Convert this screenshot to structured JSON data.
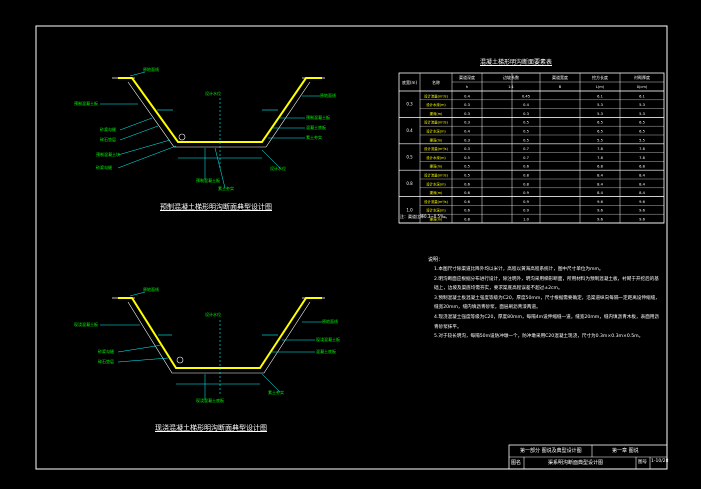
{
  "drawing": {
    "title_top": "预制混凝土梯形明沟断面典型设计图",
    "title_bottom": "现浇混凝土梯形明沟断面典型设计图",
    "table_title": "混凝土梯形明沟断面要素表",
    "colors": {
      "background": "#000000",
      "frame": "#ffffff",
      "section_line": "#ffff00",
      "dimension": "#00ffff",
      "label": "#00ff00",
      "text": "#ffffff",
      "table_header": "#ffff00"
    }
  },
  "table": {
    "headers_row1": [
      "底宽(m)",
      "名称",
      "渠道深度",
      "边坡系数",
      "渠道宽度",
      "挖方长度",
      "衬砌厚度"
    ],
    "headers_row2": [
      "",
      "",
      "h",
      "1:1",
      "B",
      "L(m)",
      "δ(cm)"
    ],
    "groups": [
      {
        "width": "0.3",
        "rows": [
          {
            "name": "设计流量(m³/s)",
            "vals": [
              "0.4",
              "",
              "0.45",
              "",
              "6.1",
              "6.1"
            ]
          },
          {
            "name": "设计水深(m)",
            "vals": [
              "0.3",
              "",
              "0.4",
              "",
              "5.3",
              "5.3"
            ]
          },
          {
            "name": "渠深(m)",
            "vals": [
              "0.3",
              "",
              "0.3",
              "",
              "5.3",
              "5.3"
            ]
          }
        ]
      },
      {
        "width": "0.4",
        "rows": [
          {
            "name": "设计流量(m³/s)",
            "vals": [
              "0.3",
              "",
              "0.5",
              "",
              "6.5",
              "6.5"
            ]
          },
          {
            "name": "设计水深(m)",
            "vals": [
              "0.4",
              "",
              "0.5",
              "",
              "6.5",
              "6.5"
            ]
          },
          {
            "name": "渠深(m)",
            "vals": [
              "0.3",
              "",
              "0.5",
              "",
              "5.5",
              "5.5"
            ]
          }
        ]
      },
      {
        "width": "0.5",
        "rows": [
          {
            "name": "设计流量(m³/s)",
            "vals": [
              "0.3",
              "",
              "0.7",
              "",
              "7.8",
              "7.8"
            ]
          },
          {
            "name": "设计水深(m)",
            "vals": [
              "0.5",
              "",
              "0.7",
              "",
              "7.8",
              "7.8"
            ]
          },
          {
            "name": "渠深(m)",
            "vals": [
              "0.5",
              "",
              "0.6",
              "",
              "6.8",
              "6.8"
            ]
          }
        ]
      },
      {
        "width": "0.8",
        "rows": [
          {
            "name": "设计流量(m³/s)",
            "vals": [
              "0.5",
              "",
              "0.8",
              "",
              "8.4",
              "8.4"
            ]
          },
          {
            "name": "设计水深(m)",
            "vals": [
              "0.6",
              "",
              "0.8",
              "",
              "8.4",
              "8.4"
            ]
          },
          {
            "name": "渠深(m)",
            "vals": [
              "0.6",
              "",
              "0.9",
              "",
              "8.4",
              "8.4"
            ]
          }
        ]
      },
      {
        "width": "1.0",
        "rows": [
          {
            "name": "设计流量(m³/s)",
            "vals": [
              "0.6",
              "",
              "0.9",
              "",
              "9.6",
              "9.6"
            ]
          },
          {
            "name": "设计水深(m)",
            "vals": [
              "0.6",
              "",
              "0.9",
              "",
              "9.6",
              "9.6"
            ]
          },
          {
            "name": "渠深(m)",
            "vals": [
              "0.8",
              "",
              "1.0",
              "",
              "9.6",
              "9.6"
            ]
          }
        ]
      }
    ],
    "footnote": "注：渠道比降0.3~0.5‰。"
  },
  "labels": {
    "top_left": [
      "原地面线",
      "预制混凝土板",
      "砂浆勾缝",
      "碎石垫层",
      "设计水位",
      "预制混凝土块",
      "砂浆勾缝",
      "防冲墩混凝土块"
    ],
    "top_right": [
      "原地面线",
      "预制混凝土板",
      "混凝土底板",
      "素土夯实",
      "设计水位"
    ],
    "top_bottom": [
      "预制混凝土板",
      "素土夯实"
    ],
    "bottom_left": [
      "原地面线",
      "现浇混凝土板",
      "砂浆勾缝",
      "碎石垫层",
      "设计水位"
    ],
    "bottom_right": [
      "原地面线",
      "现浇混凝土板",
      "混凝土底板"
    ],
    "bottom_bottom": [
      "现浇混凝土底板",
      "素土夯实"
    ],
    "small": [
      "h",
      "B",
      "L",
      "1:1",
      "δ"
    ]
  },
  "notes": {
    "heading": "说明：",
    "items": [
      "1.本图尺寸除渠道比降外均以米计，高程以黄海高程系统计，图中尺寸单位为mm。",
      "2.明沟断面应根据分布进行设计，除注明外，明沟采用梯形断面，所用材料为预制混凝土板，衬砌于开挖后的基础上，边坡及渠底均需夯实，要求渠底高程误差不超过±2cm。",
      "3.预制混凝土板混凝土强度等级为C20，厚度50mm，尺寸根据需要确定，沿渠道纵向每隔一定距离设伸缩缝，缝宽20mm，缝内填沥青砂浆，面层刷沥青漆两道。",
      "4.现浇混凝土强度等级为C20，厚度80mm，每隔4m设伸缩缝一道，缝宽20mm，缝内填沥青木板，表面用沥青砂浆抹平。",
      "5.对于较长明沟，每隔50m设防冲墩一个，防冲墩采用C20混凝土现浇，尺寸为0.3m×0.3m×0.5m。"
    ]
  },
  "title_block": {
    "row1_left": "第一部分 图说及典型设计图",
    "row1_right": "第一章 图说",
    "row2_label": "图名",
    "row2_title": "渠系明沟断面典型设计图",
    "sheet_label": "图号",
    "sheet_no": "1-10/28"
  }
}
